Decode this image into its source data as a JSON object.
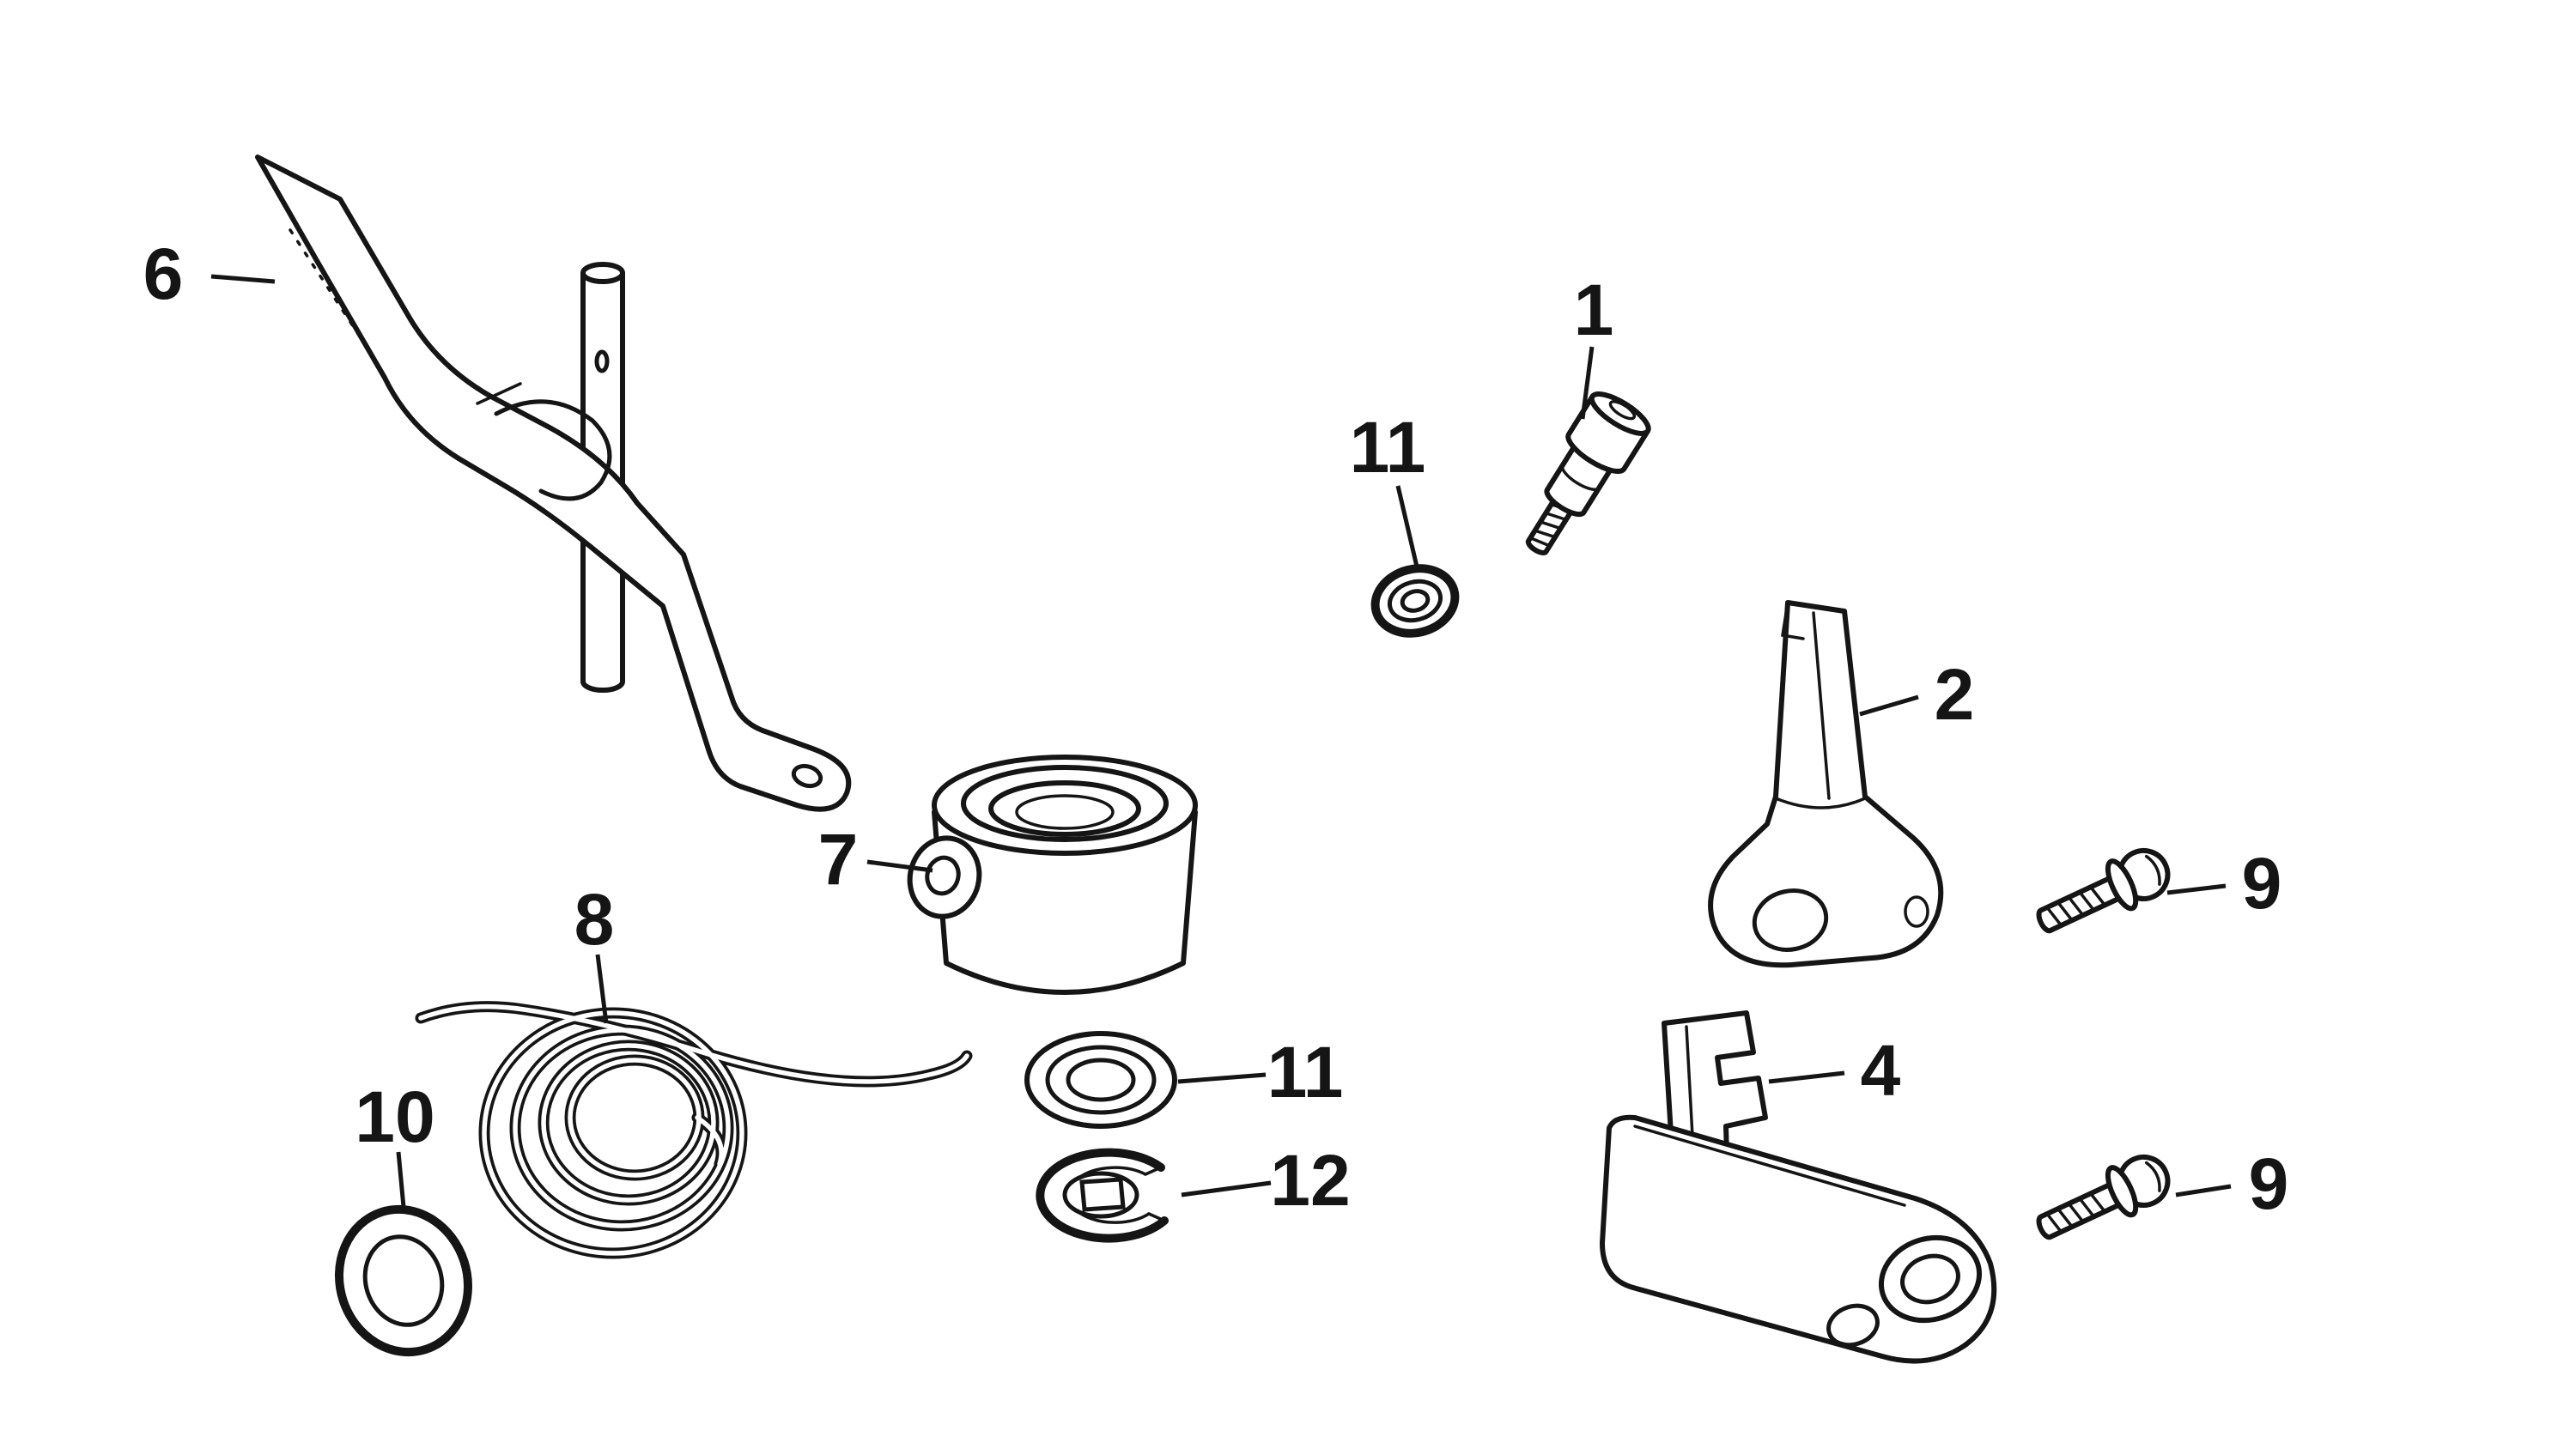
{
  "diagram": {
    "type": "exploded-parts-diagram",
    "background_color": "#ffffff",
    "line_color": "#151515"
  },
  "callouts": [
    {
      "label": "6",
      "part": "shift-lever-assembly"
    },
    {
      "label": "1",
      "part": "adjuster-bolt"
    },
    {
      "label": "11",
      "part": "washer-upper"
    },
    {
      "label": "2",
      "part": "bracket"
    },
    {
      "label": "9",
      "part": "flange-bolt-upper"
    },
    {
      "label": "7",
      "part": "bushing-cup"
    },
    {
      "label": "8",
      "part": "torsion-spring"
    },
    {
      "label": "11",
      "part": "washer-lower"
    },
    {
      "label": "12",
      "part": "lock-washer"
    },
    {
      "label": "10",
      "part": "seal-ring"
    },
    {
      "label": "4",
      "part": "pivot-arm"
    },
    {
      "label": "9",
      "part": "flange-bolt-lower"
    }
  ]
}
